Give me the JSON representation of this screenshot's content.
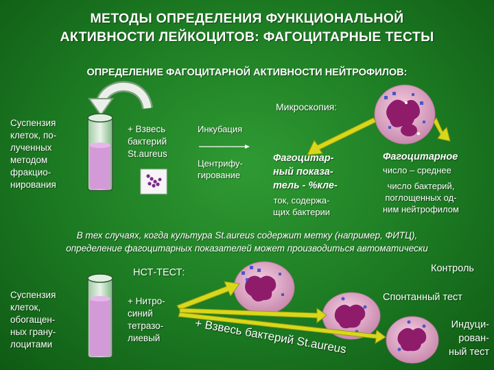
{
  "title": "МЕТОДЫ ОПРЕДЕЛЕНИЯ ФУНКЦИОНАЛЬНОЙ\nАКТИВНОСТИ  ЛЕЙКОЦИТОВ: ФАГОЦИТАРНЫЕ ТЕСТЫ",
  "subtitle": "ОПРЕДЕЛЕНИЕ ФАГОЦИТАРНОЙ АКТИВНОСТИ НЕЙТРОФИЛОВ:",
  "microscopy": "Микроскопия:",
  "suspension1": "Суспензия\nклеток, по-\nлученных\nметодом\nфракцио-\nнирования",
  "bacteria_suspension": "+ Взвесь\nбактерий\nSt.aureus",
  "incubation": "Инкубация",
  "centrifugation": "Центрифу-\nгирование",
  "phag_index_title": "Фагоцитар-\nный показа-\nтель - %кле-",
  "phag_index_rest": "ток, содержа-\nщих бактерии",
  "phag_number_title": "Фагоцитарное",
  "phag_number_line2": "число  – среднее",
  "phag_number_rest": "число   бактерий,\nпоглощенных  од-\nним нейтрофилом",
  "note": "В тех случаях, когда культура St.aureus содержит метку (например, ФИТЦ),\nопределение фагоцитарных показателей может производиться автоматически",
  "nst_test": "НСТ-ТЕСТ:",
  "control": "Контроль",
  "suspension2": "Суспензия\nклеток,\nобогащен-\nных грану-\nлоцитами",
  "nitro": "+ Нитро-\nсиний\nтетразо-\nлиевый",
  "bacteria_arrow": "+ Взвесь бактерий St.aureus",
  "spontaneous": "Спонтанный тест",
  "induced": "Индуци-\nрован-\nный тест",
  "colors": {
    "background": "#1c7a22",
    "arrow": "#d8d81a",
    "tube_liquid": "#d39ad8",
    "cell": "#e7a9c9",
    "nucleus": "#8e1c6b",
    "bacteria": "#4b57c9"
  }
}
